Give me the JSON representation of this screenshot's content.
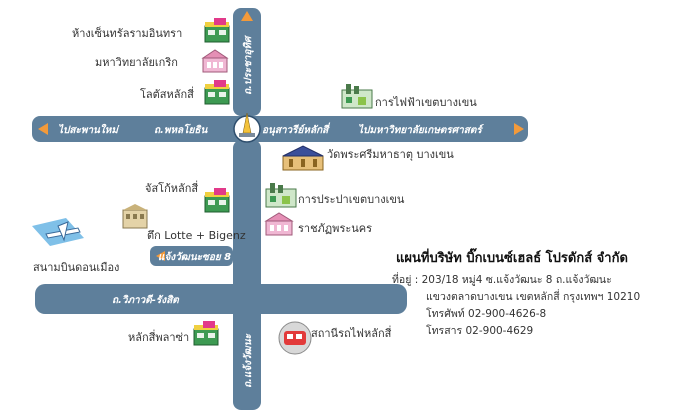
{
  "roads": {
    "vertical_top": "ถ.ประชาอุทิศ",
    "rama_junction": "อนุสาวรีย์หลักสี่",
    "left_main": "ไปสะพานใหม่",
    "phahonyothin": "ถ.พหลโยธิน",
    "right_main": "ไปมหาวิทยาลัยเกษตรศาสตร์",
    "soi8": "แจ้งวัฒนะซอย 8",
    "vibhavadi": "ถ.วิภาวดี-รังสิต",
    "vertical_bottom": "ถ.แจ้งวัฒนะ"
  },
  "places": {
    "mall": "ห้างเซ็นทรัลรามอินทรา",
    "university": "มหาวิทยาลัยเกริก",
    "lotus": "โลตัสหลักสี่",
    "electricity": "การไฟฟ้าเขตบางเขน",
    "temple": "วัดพระศรีมหาธาตุ บางเขน",
    "jusco": "จัสโก้หลักสี่",
    "lotte": "ตึก Lotte + Bigenz",
    "water": "การประปาเขตบางเขน",
    "rajabhat": "ราชภัฏพระนคร",
    "airport": "สนามบินดอนเมือง",
    "laksi_plaza": "หลักสี่พลาซ่า",
    "train": "สถานีรถไฟหลักสี่"
  },
  "company": {
    "title": "แผนที่บริษัท บิ๊กเบนซ์เฮลธ์ โปรดักส์ จำกัด",
    "address_label": "ที่อยู่ :",
    "address_line1": "203/18 หมู่4 ซ.แจ้งวัฒนะ 8  ถ.แจ้งวัฒนะ",
    "address_line2": "แขวงตลาดบางเขน เขตหลักสี่ กรุงเทพฯ 10210",
    "phone": "โทรศัพท์  02-900-4626-8",
    "fax": "โทรสาร  02-900-4629"
  },
  "colors": {
    "road": "#5e7f9b",
    "arrow": "#f39a3a",
    "road_text": "#ffffff"
  },
  "icons": {
    "shop": "shop-icon",
    "factory": "factory-icon",
    "temple": "temple-icon",
    "building": "building-icon",
    "airplane": "airplane-icon",
    "train": "train-icon",
    "monument": "monument-icon"
  }
}
